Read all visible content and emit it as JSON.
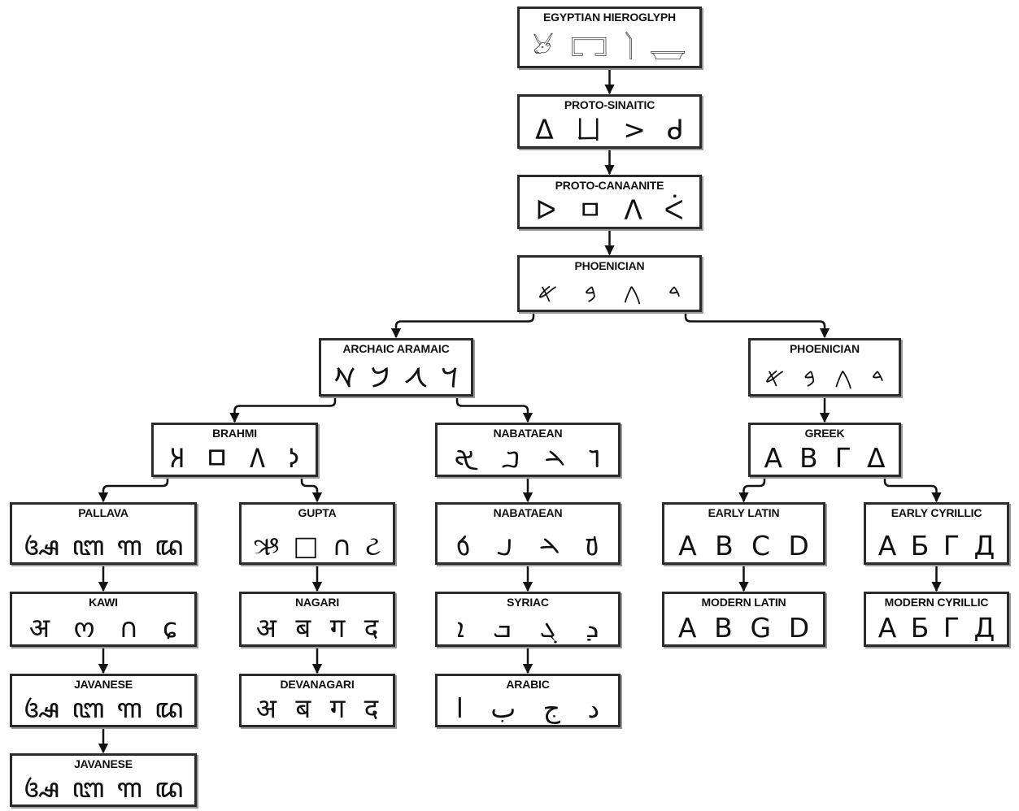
{
  "nodes": {
    "egyptian": {
      "title": "EGYPTIAN HIEROGLYPH",
      "glyphs": [
        "𓃾",
        "𓉐",
        "𓌙",
        "𓉿"
      ]
    },
    "proto_sinaitic": {
      "title": "PROTO-SINAITIC",
      "glyphs": [
        "ᐃ",
        "ㄩ",
        ">",
        "ᑯ"
      ]
    },
    "proto_canaanite": {
      "title": "PROTO-CANAANITE",
      "glyphs": [
        "ᐅ",
        "ㅁ",
        "ᐱ",
        "ᐹ"
      ]
    },
    "phoenician_main": {
      "title": "PHOENICIAN",
      "glyphs": [
        "𐤀",
        "𐤁",
        "𐤂",
        "𐤃"
      ]
    },
    "archaic_aramaic": {
      "title": "ARCHAIC ARAMAIC",
      "glyphs": [
        "𐡀",
        "𐡁",
        "𐡂",
        "𐡃"
      ]
    },
    "phoenician_right": {
      "title": "PHOENICIAN",
      "glyphs": [
        "𐤀",
        "𐤁",
        "𐤂",
        "𐤃"
      ]
    },
    "brahmi": {
      "title": "BRAHMI",
      "glyphs": [
        "𑀅",
        "𑀩",
        "𑀕",
        "𑀤"
      ]
    },
    "nabataean": {
      "title": "NABATAEAN",
      "glyphs": [
        "𐢀",
        "𐢂",
        "𐢄",
        "𐢅"
      ]
    },
    "greek": {
      "title": "GREEK",
      "glyphs": [
        "Α",
        "Β",
        "Γ",
        "Δ"
      ]
    },
    "pallava": {
      "title": "PALLAVA",
      "glyphs": [
        "ꦄ",
        "ꦧ",
        "ꦒ",
        "ꦢ"
      ]
    },
    "gupta": {
      "title": "GUPTA",
      "glyphs": [
        "ઋ",
        "□",
        "∩",
        "ટ"
      ]
    },
    "nabataean_late": {
      "title": "NABATAEAN",
      "glyphs": [
        "𐢁",
        "𐢃",
        "𐢄",
        "𐢆"
      ]
    },
    "early_latin": {
      "title": "EARLY LATIN",
      "glyphs": [
        "A",
        "B",
        "C",
        "D"
      ]
    },
    "early_cyrillic": {
      "title": "EARLY CYRILLIC",
      "glyphs": [
        "А",
        "Б",
        "Г",
        "Д"
      ]
    },
    "kawi": {
      "title": "KAWI",
      "glyphs": [
        "अ",
        "ო",
        "∩",
        "ɕ"
      ]
    },
    "nagari": {
      "title": "NAGARI",
      "glyphs": [
        "अ",
        "ब",
        "ग",
        "द"
      ]
    },
    "syriac": {
      "title": "SYRIAC",
      "glyphs": [
        "ܐ",
        "ܒ",
        "ܓ",
        "ܕ"
      ]
    },
    "modern_latin": {
      "title": "MODERN LATIN",
      "glyphs": [
        "A",
        "B",
        "G",
        "D"
      ]
    },
    "modern_cyrillic": {
      "title": "MODERN CYRILLIC",
      "glyphs": [
        "А",
        "Б",
        "Г",
        "Д"
      ]
    },
    "javanese_1": {
      "title": "JAVANESE",
      "glyphs": [
        "ꦄ",
        "ꦧ",
        "ꦒ",
        "ꦢ"
      ]
    },
    "devanagari": {
      "title": "DEVANAGARI",
      "glyphs": [
        "अ",
        "ब",
        "ग",
        "द"
      ]
    },
    "arabic": {
      "title": "ARABIC",
      "glyphs": [
        "ا",
        "ب",
        "ج",
        "د"
      ]
    },
    "javanese_2": {
      "title": "JAVANESE",
      "glyphs": [
        "ꦄ",
        "ꦧ",
        "ꦒ",
        "ꦢ"
      ]
    }
  },
  "links": [
    [
      "egyptian",
      "proto_sinaitic"
    ],
    [
      "proto_sinaitic",
      "proto_canaanite"
    ],
    [
      "proto_canaanite",
      "phoenician_main"
    ],
    [
      "phoenician_main",
      "archaic_aramaic"
    ],
    [
      "phoenician_main",
      "phoenician_right"
    ],
    [
      "archaic_aramaic",
      "brahmi"
    ],
    [
      "archaic_aramaic",
      "nabataean"
    ],
    [
      "phoenician_right",
      "greek"
    ],
    [
      "brahmi",
      "pallava"
    ],
    [
      "brahmi",
      "gupta"
    ],
    [
      "nabataean",
      "nabataean_late"
    ],
    [
      "greek",
      "early_latin"
    ],
    [
      "greek",
      "early_cyrillic"
    ],
    [
      "pallava",
      "kawi"
    ],
    [
      "gupta",
      "nagari"
    ],
    [
      "nabataean_late",
      "syriac"
    ],
    [
      "early_latin",
      "modern_latin"
    ],
    [
      "early_cyrillic",
      "modern_cyrillic"
    ],
    [
      "kawi",
      "javanese_1"
    ],
    [
      "nagari",
      "devanagari"
    ],
    [
      "syriac",
      "arabic"
    ],
    [
      "javanese_1",
      "javanese_2"
    ]
  ],
  "colors": {
    "border": "#2b2b2b",
    "shadow": "#9a9a9a",
    "line": "#111111"
  }
}
